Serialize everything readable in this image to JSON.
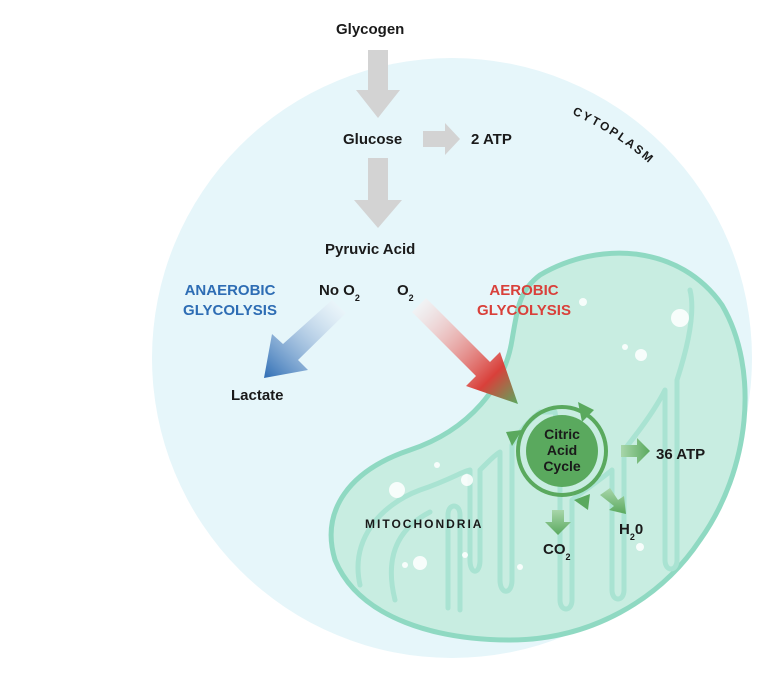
{
  "labels": {
    "glycogen": "Glycogen",
    "glucose": "Glucose",
    "atp_glycolysis": "2 ATP",
    "cytoplasm": "CYTOPLASM",
    "pyruvic_acid": "Pyruvic Acid",
    "anaerobic_line1": "ANAEROBIC",
    "anaerobic_line2": "GLYCOLYSIS",
    "no_o2_prefix": "No O",
    "o2_prefix": "O",
    "oxygen_subscript": "2",
    "aerobic_line1": "AEROBIC",
    "aerobic_line2": "GLYCOLYSIS",
    "lactate": "Lactate",
    "cycle_line1": "Citric",
    "cycle_line2": "Acid",
    "cycle_line3": "Cycle",
    "atp_cycle": "36 ATP",
    "mitochondria": "MITOCHONDRIA",
    "co2_prefix": "CO",
    "co2_subscript": "2",
    "h2o_prefix": "H",
    "h2o_subscript": "2",
    "h2o_suffix": "0"
  },
  "colors": {
    "cytoplasm_fill": "#e6f6fa",
    "mitochondria_fill": "#c8ede1",
    "mitochondria_stroke": "#8fd9c2",
    "neutral_arrow": "#d3d3d3",
    "anaerobic": "#2e6db4",
    "aerobic": "#d9403a",
    "cycle_green": "#5aa95e"
  }
}
